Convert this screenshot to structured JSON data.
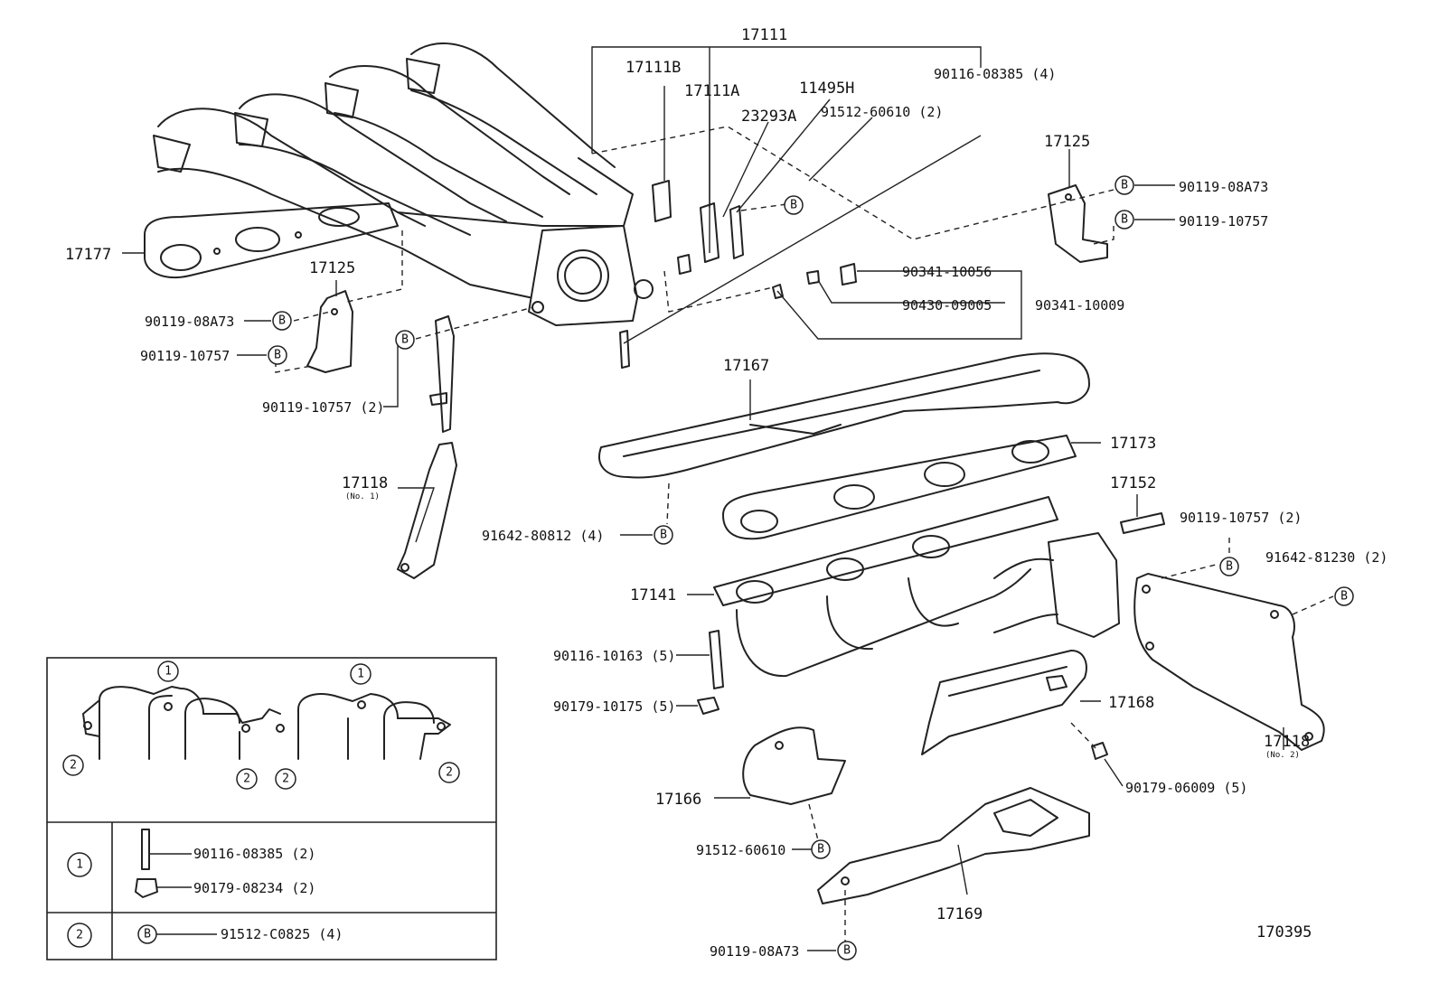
{
  "diagram": {
    "figure_number": "170395",
    "bolt_symbol": "B",
    "parts": {
      "p17111": "17111",
      "p17111B": "17111B",
      "p17111A": "17111A",
      "p11495H": "11495H",
      "p23293A": "23293A",
      "p90116_08385_4": "90116-08385 (4)",
      "p91512_60610_2": "91512-60610 (2)",
      "p17125_right": "17125",
      "p90119_08A73_right": "90119-08A73",
      "p90119_10757_right": "90119-10757",
      "p90341_10056": "90341-10056",
      "p90430_09005": "90430-09005",
      "p90341_10009": "90341-10009",
      "p17177": "17177",
      "p17125_left": "17125",
      "p90119_08A73_left": "90119-08A73",
      "p90119_10757_left": "90119-10757",
      "p90119_10757_2_left": "90119-10757 (2)",
      "p17118_no1": "17118",
      "p17118_no1_sub": "(No. 1)",
      "p17167": "17167",
      "p17173": "17173",
      "p17152": "17152",
      "p90119_10757_2_right": "90119-10757 (2)",
      "p91642_81230_2": "91642-81230 (2)",
      "p91642_80812_4": "91642-80812 (4)",
      "p17141": "17141",
      "p90116_10163_5": "90116-10163 (5)",
      "p90179_10175_5": "90179-10175 (5)",
      "p17168": "17168",
      "p17118_no2": "17118",
      "p17118_no2_sub": "(No. 2)",
      "p90179_06009_5": "90179-06009 (5)",
      "p17166": "17166",
      "p91512_60610": "91512-60610",
      "p17169": "17169",
      "p90119_08A73_bottom": "90119-08A73"
    },
    "inset": {
      "marker_1": "1",
      "marker_2": "2",
      "row1_part_a": "90116-08385 (2)",
      "row1_part_b": "90179-08234 (2)",
      "row2_part": "91512-C0825 (4)"
    }
  }
}
